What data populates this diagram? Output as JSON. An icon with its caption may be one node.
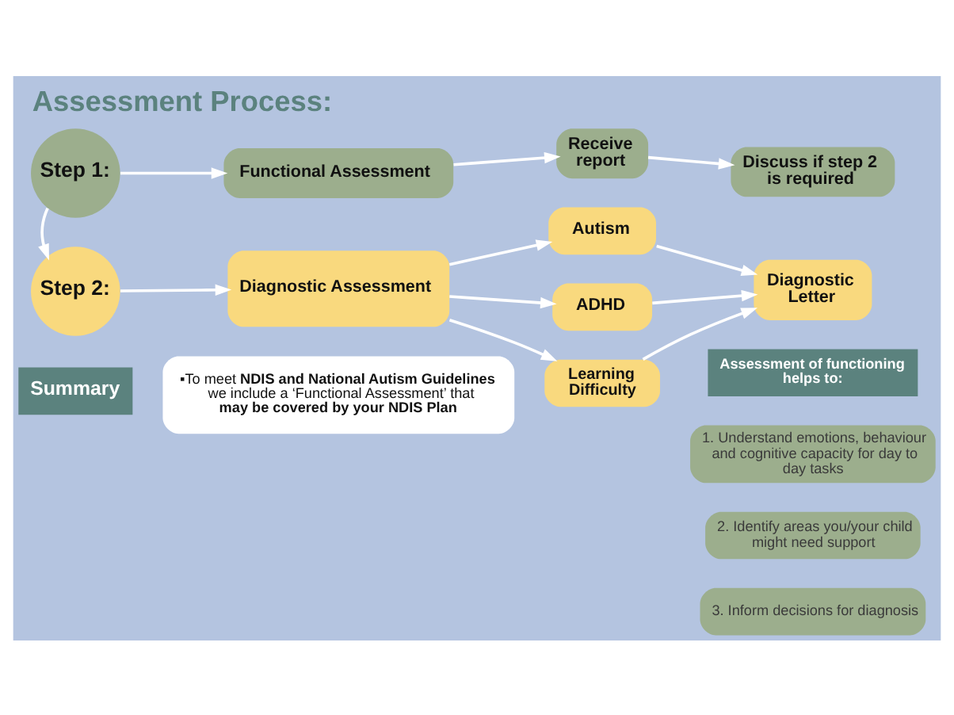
{
  "diagram": {
    "title": "Assessment Process:",
    "nodes": [
      {
        "text": [
          "Step 1:"
        ]
      },
      {
        "text": [
          "Functional Assessment"
        ]
      },
      {
        "text": [
          "Receive report"
        ]
      },
      {
        "text": [
          "Discuss if step 2 is required"
        ]
      },
      {
        "text": [
          "Step 2:"
        ]
      },
      {
        "text": [
          "Diagnostic Assessment"
        ]
      },
      {
        "text": [
          "Autism"
        ]
      },
      {
        "text": [
          "ADHD"
        ]
      },
      {
        "text": [
          "Learning Difficulty"
        ]
      },
      {
        "text": [
          "Diagnostic Letter"
        ]
      },
      {
        "text": [
          "Summary"
        ]
      },
      {
        "text": [
          "▪To meet **NDIS and National Autism Guidelines** we include a ‘Functional Assessment’ that **may be covered by your NDIS Plan**"
        ]
      },
      {
        "text": [
          "Assessment of functioning helps to:"
        ]
      },
      {
        "text": [
          "1. Understand emotions, behaviour and cognitive capacity for day to day tasks"
        ]
      },
      {
        "text": [
          "2. Identify areas you/your child might need support"
        ]
      },
      {
        "text": [
          "3. Inform decisions for diagnosis"
        ]
      }
    ],
    "edges": [
      {
        "from": 0,
        "to": 1,
        "arrow": "to"
      },
      {
        "from": 1,
        "to": 2,
        "arrow": "to"
      },
      {
        "from": 2,
        "to": 3,
        "arrow": "to"
      },
      {
        "from": 0,
        "to": 4,
        "arrow": "to"
      },
      {
        "from": 4,
        "to": 5,
        "arrow": "to"
      },
      {
        "from": 5,
        "to": 6,
        "arrow": "to"
      },
      {
        "from": 5,
        "to": 7,
        "arrow": "to"
      },
      {
        "from": 5,
        "to": 8,
        "arrow": "to"
      },
      {
        "from": 6,
        "to": 9,
        "arrow": "to"
      },
      {
        "from": 7,
        "to": 9,
        "arrow": "to"
      },
      {
        "from": 8,
        "to": 9,
        "arrow": "to"
      }
    ]
  }
}
